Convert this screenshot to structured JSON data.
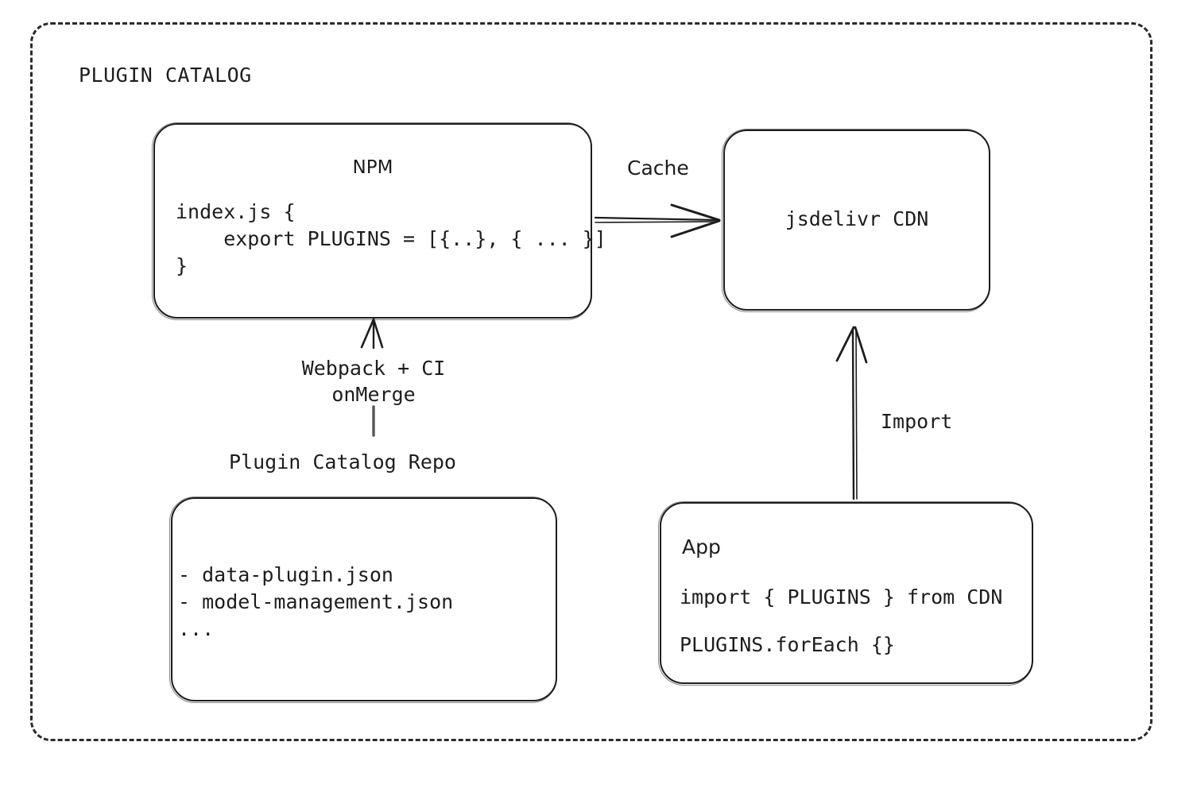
{
  "frame": {
    "title": "PLUGIN CATALOG",
    "border_style": "dashed",
    "border_color": "#2b2b2b"
  },
  "nodes": {
    "npm": {
      "title": "NPM",
      "code": "index.js {\n    export PLUGINS = [{..}, { ... }]\n}"
    },
    "cdn": {
      "title": "jsdelivr CDN"
    },
    "repo": {
      "caption": "Plugin Catalog Repo",
      "code": "- data-plugin.json\n- model-management.json\n..."
    },
    "app": {
      "title": "App",
      "code_line_1": "import { PLUGINS } from CDN",
      "code_line_2": "PLUGINS.forEach {}"
    }
  },
  "edges": {
    "cache": "Cache",
    "webpack": "Webpack + CI\nonMerge",
    "import": "Import"
  },
  "colors": {
    "ink": "#1d1d1d",
    "background": "#ffffff"
  }
}
